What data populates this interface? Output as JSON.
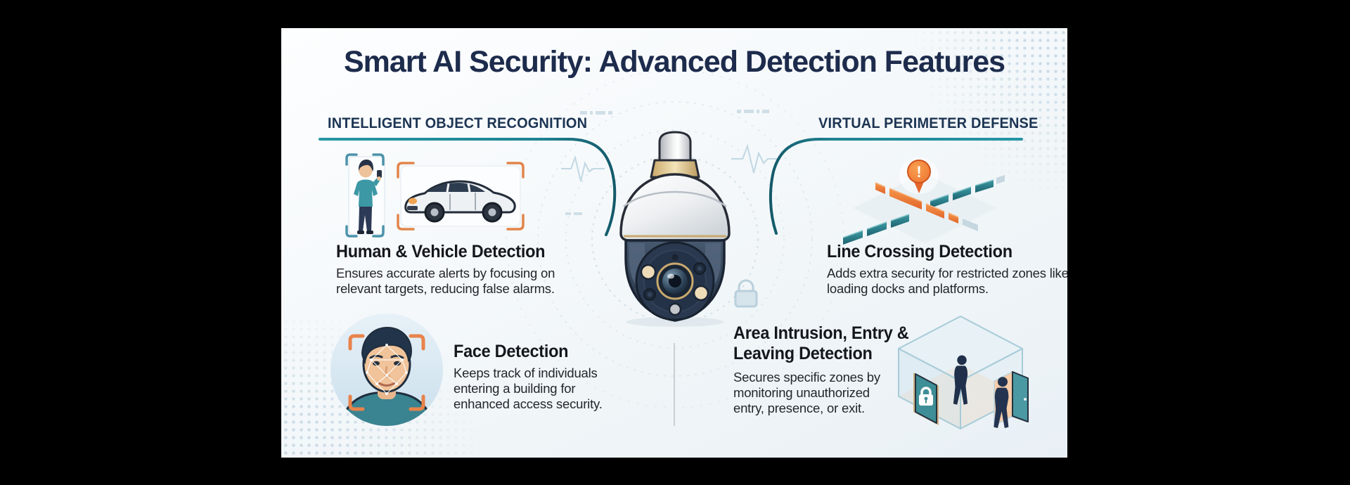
{
  "title": "Smart AI Security: Advanced Detection Features",
  "left_section": {
    "heading": "INTELLIGENT OBJECT RECOGNITION",
    "features": [
      {
        "title": "Human & Vehicle Detection",
        "description": "Ensures accurate alerts by focusing on relevant targets, reducing false alarms.",
        "icons": [
          "person-detection-frame-icon",
          "vehicle-detection-frame-icon"
        ]
      },
      {
        "title": "Face Detection",
        "description": "Keeps track of individuals entering a building for enhanced access security.",
        "icons": [
          "face-recognition-icon"
        ]
      }
    ]
  },
  "right_section": {
    "heading": "VIRTUAL PERIMETER DEFENSE",
    "features": [
      {
        "title": "Line Crossing Detection",
        "description": "Adds extra security for restricted zones like loading docks and platforms.",
        "icons": [
          "line-crossing-icon"
        ]
      },
      {
        "title": "Area Intrusion, Entry & Leaving Detection",
        "description": "Secures specific zones by monitoring unauthorized entry, presence, or exit.",
        "icons": [
          "area-intrusion-cube-icon"
        ]
      }
    ]
  },
  "center": {
    "icon": "ptz-security-camera-icon"
  },
  "icons": {
    "alert_glyph": "!"
  },
  "colors": {
    "background": "#000000",
    "panel": "#f2f6f9",
    "title_navy": "#1d2b4c",
    "heading_navy": "#1c3453",
    "teal_accent": "#2796a4",
    "teal_dark": "#14596a",
    "orange_accent": "#ed7c3a",
    "body_text": "#23272e"
  }
}
